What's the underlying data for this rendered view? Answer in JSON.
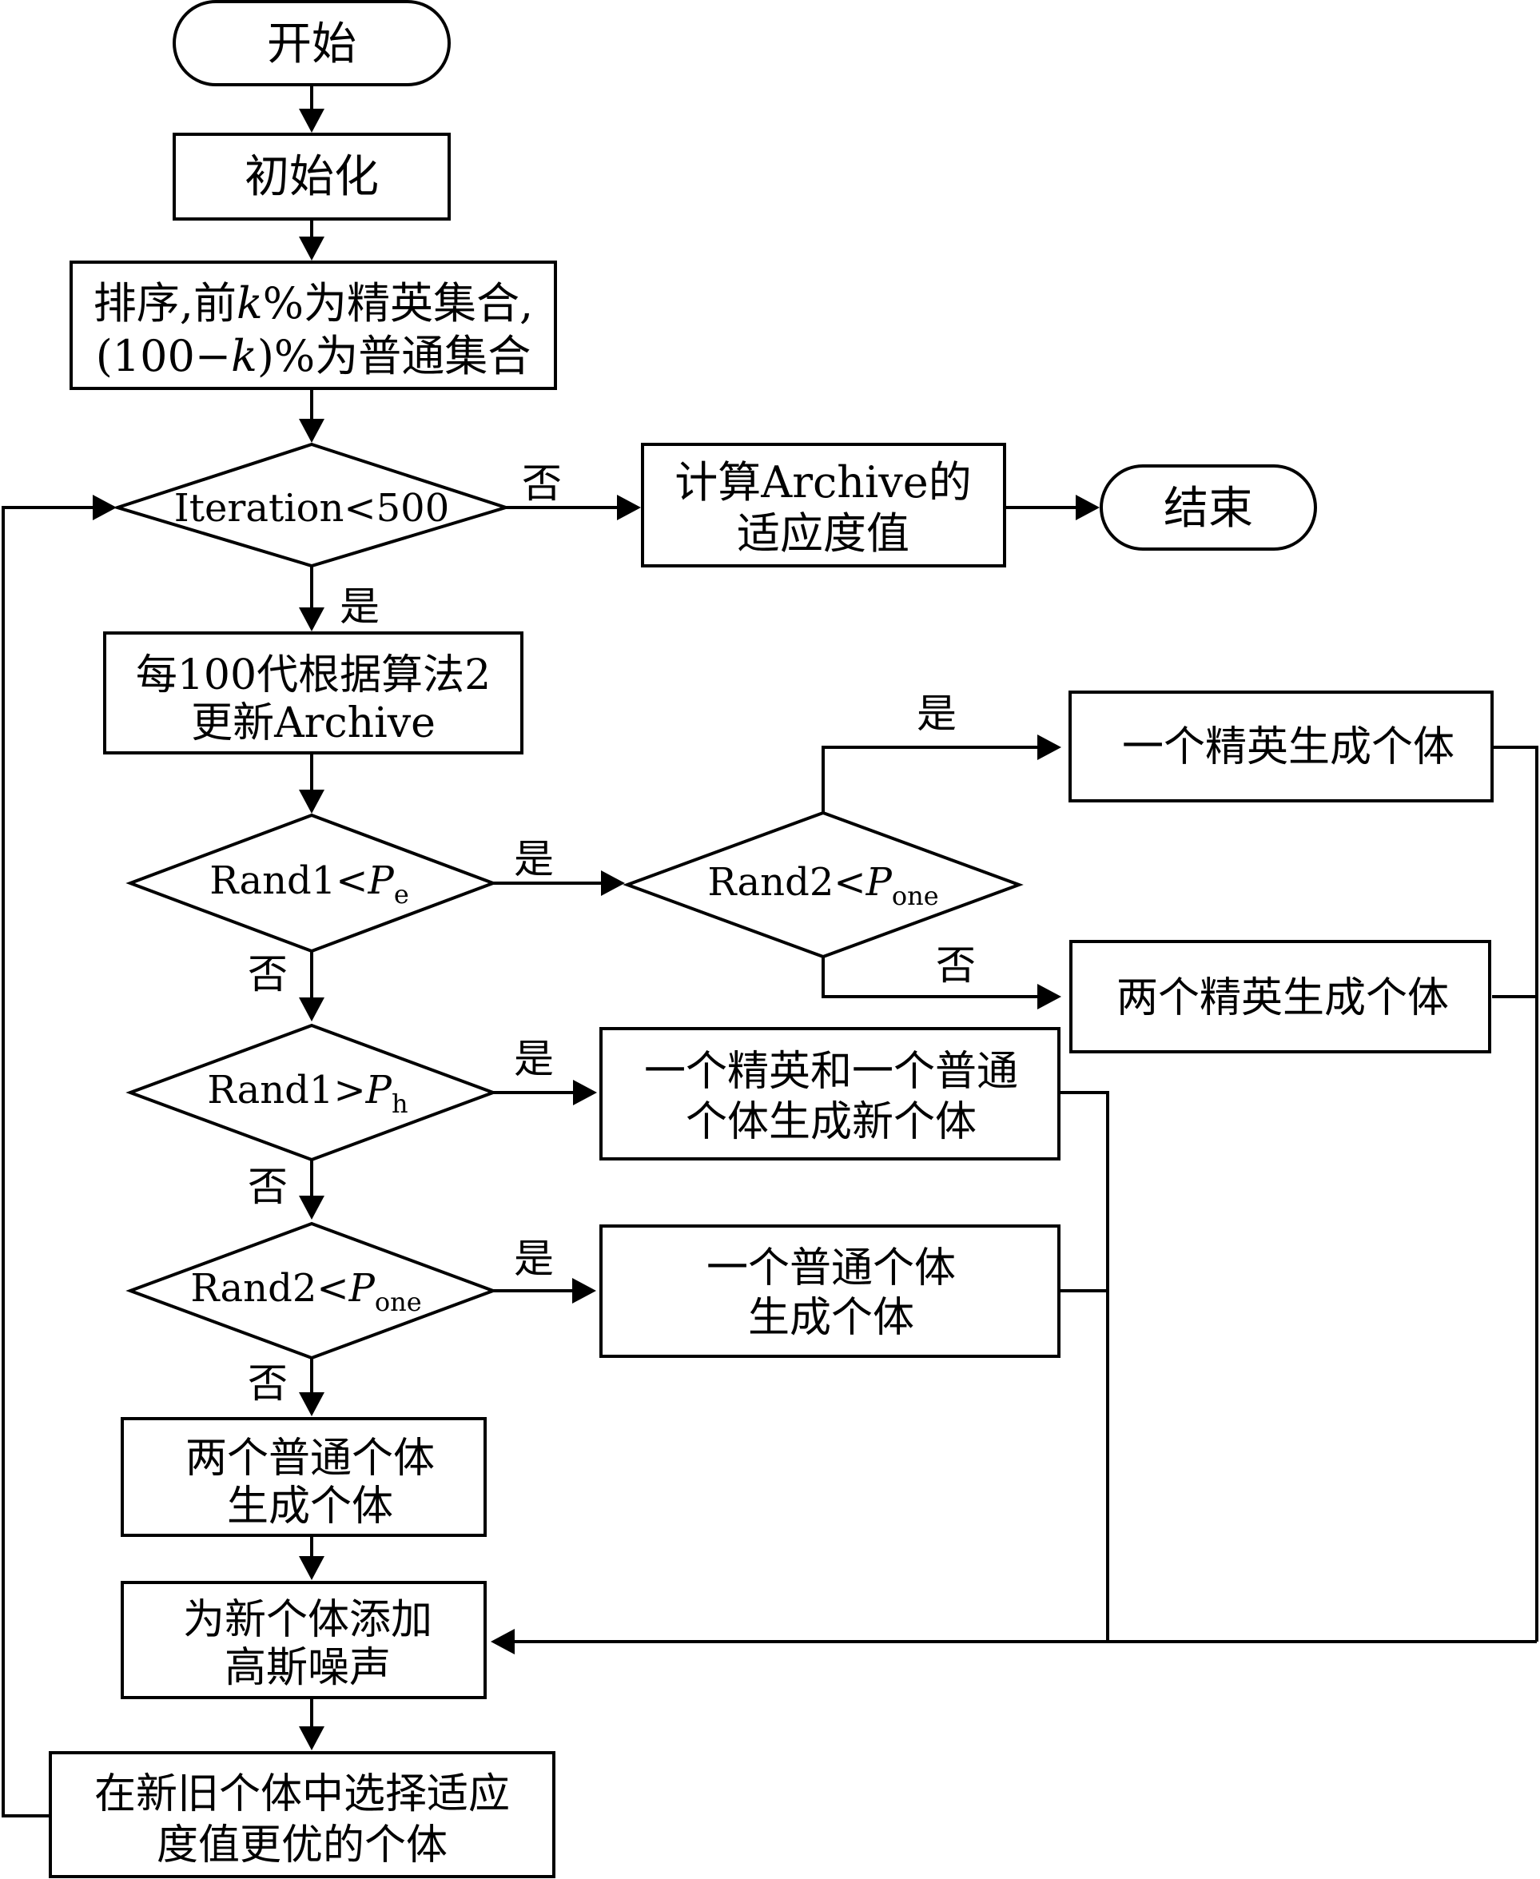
{
  "diagram": {
    "start": "开始",
    "init": "初始化",
    "sort": {
      "line1_a": "排序,前",
      "line1_var": "k",
      "line1_b": "%为精英集合,",
      "line2_a": "(100−",
      "line2_var": "k",
      "line2_b": ")%为普通集合"
    },
    "loop_cond": "Iteration<500",
    "compute": {
      "line1": "计算Archive的",
      "line2": "适应度值"
    },
    "end": "结束",
    "update": {
      "line1": "每100代根据算法2",
      "line2": "更新Archive"
    },
    "cond1": {
      "text": "Rand1<",
      "var": "P",
      "sub": "e"
    },
    "cond2": {
      "text": "Rand2<",
      "var": "P",
      "sub": "one"
    },
    "elite_one": "一个精英生成个体",
    "elite_two": "两个精英生成个体",
    "cond3": {
      "text": "Rand1>",
      "var": "P",
      "sub": "h"
    },
    "mixed": {
      "line1": "一个精英和一个普通",
      "line2": "个体生成新个体"
    },
    "cond4": {
      "text": "Rand2<",
      "var": "P",
      "sub": "one"
    },
    "normal_one": {
      "line1": "一个普通个体",
      "line2": "生成个体"
    },
    "normal_two": {
      "line1": "两个普通个体",
      "line2": "生成个体"
    },
    "noise": {
      "line1": "为新个体添加",
      "line2": "高斯噪声"
    },
    "select": {
      "line1": "在新旧个体中选择适应",
      "line2": "度值更优的个体"
    },
    "labels": {
      "no_loop": "否",
      "yes_loop": "是",
      "yes_c1": "是",
      "no_c1": "否",
      "yes_c2": "是",
      "no_c2": "否",
      "yes_c3": "是",
      "no_c3": "否",
      "yes_c4": "是",
      "no_c4": "否"
    }
  }
}
